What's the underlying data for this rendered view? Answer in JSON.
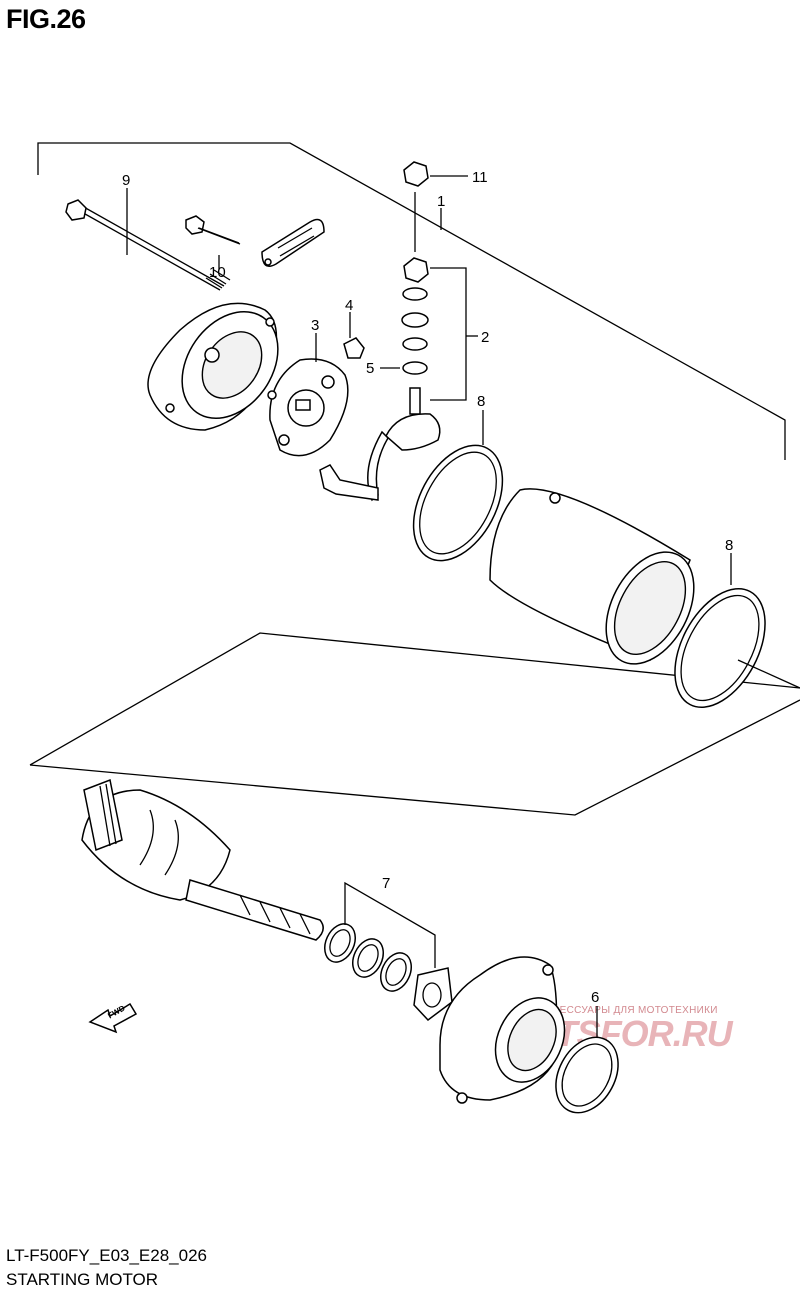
{
  "figure": "FIG.26",
  "model_code": "LT-F500FY_E03_E28_026",
  "diagram_title": "STARTING MOTOR",
  "watermark": {
    "line1": "ЗАПЧАСТИ И АКСЕССУАРЫ ДЛЯ МОТОТЕХНИКИ",
    "logo": "PARTSFOR.RU"
  },
  "direction_label": "FWD",
  "callouts": [
    "1",
    "2",
    "3",
    "4",
    "5",
    "6",
    "7",
    "8",
    "8",
    "9",
    "10",
    "11"
  ]
}
